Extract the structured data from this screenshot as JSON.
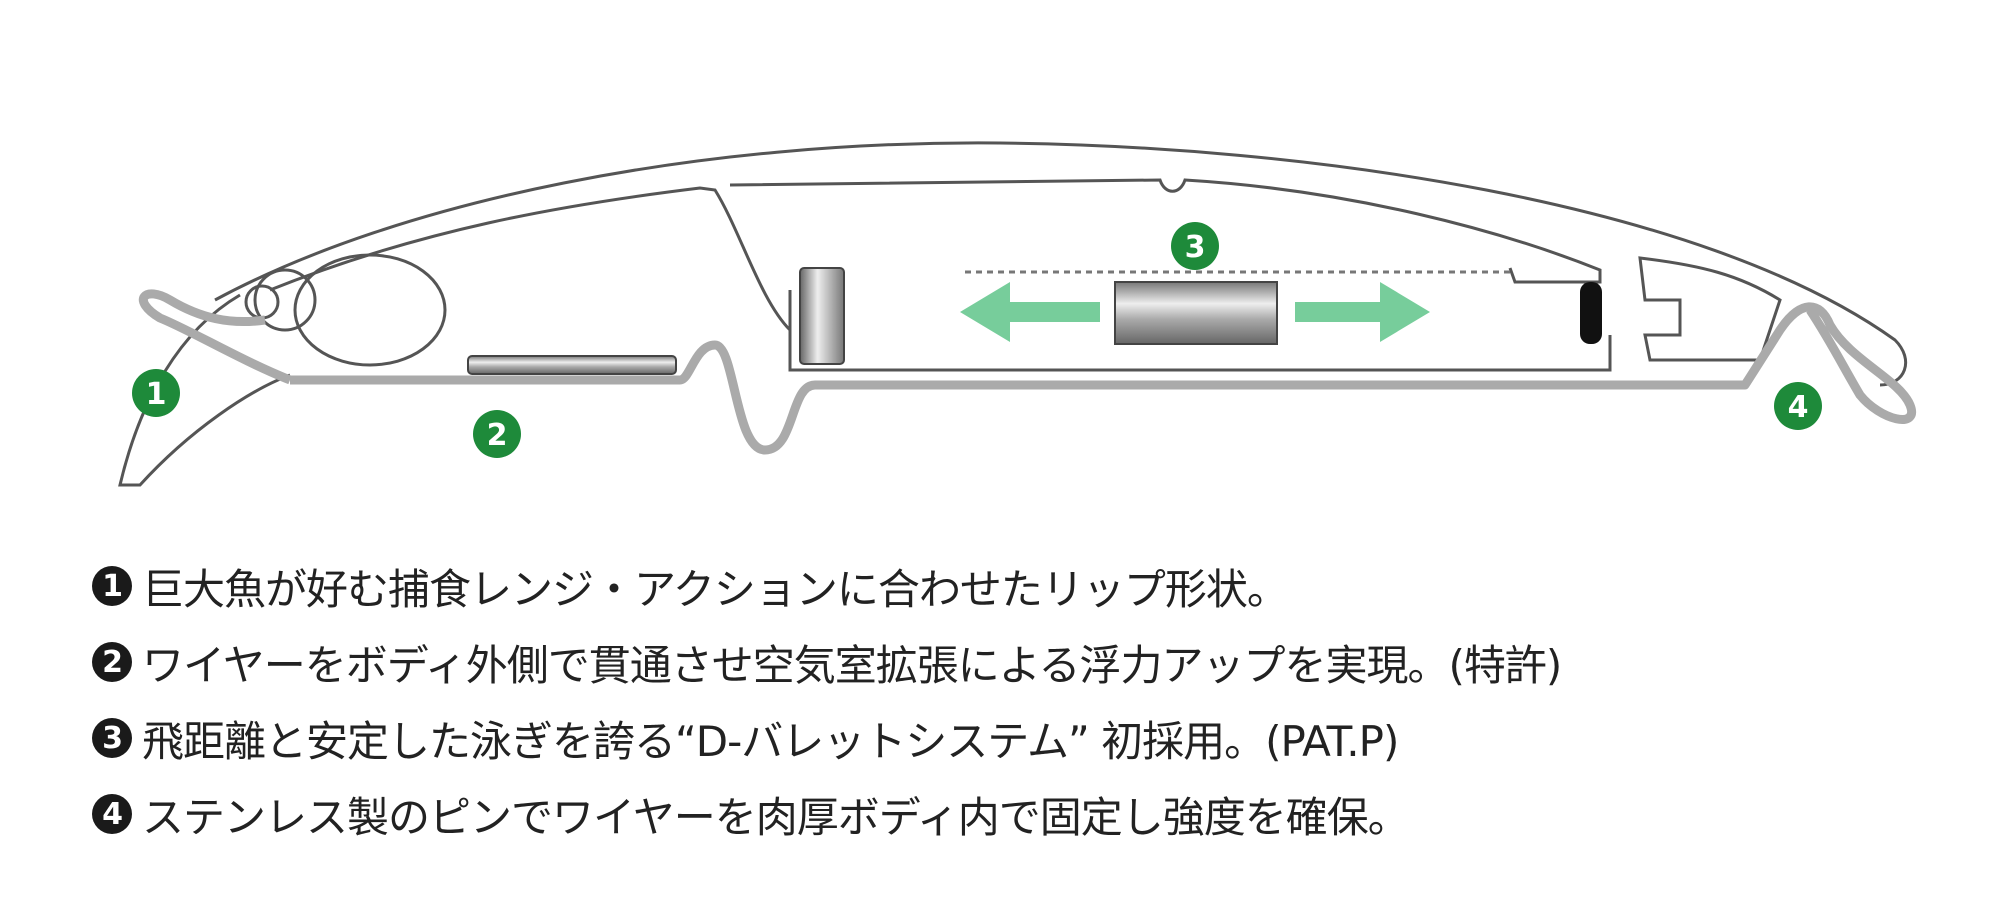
{
  "colors": {
    "callout": "#1e8a3a",
    "arrow": "#5fc48a",
    "outline": "#555555",
    "wire": "#b8b8b8"
  },
  "callouts": [
    {
      "number": "1"
    },
    {
      "number": "2"
    },
    {
      "number": "3"
    },
    {
      "number": "4"
    }
  ],
  "features": [
    {
      "number": "1",
      "text": "巨大魚が好む捕食レンジ・アクションに合わせたリップ形状。"
    },
    {
      "number": "2",
      "text": "ワイヤーをボディ外側で貫通させ空気室拡張による浮力アップを実現。(特許)"
    },
    {
      "number": "3",
      "text": "飛距離と安定した泳ぎを誇る“D-バレットシステム” 初採用。(PAT.P)"
    },
    {
      "number": "4",
      "text": "ステンレス製のピンでワイヤーを肉厚ボディ内で固定し強度を確保。"
    }
  ]
}
